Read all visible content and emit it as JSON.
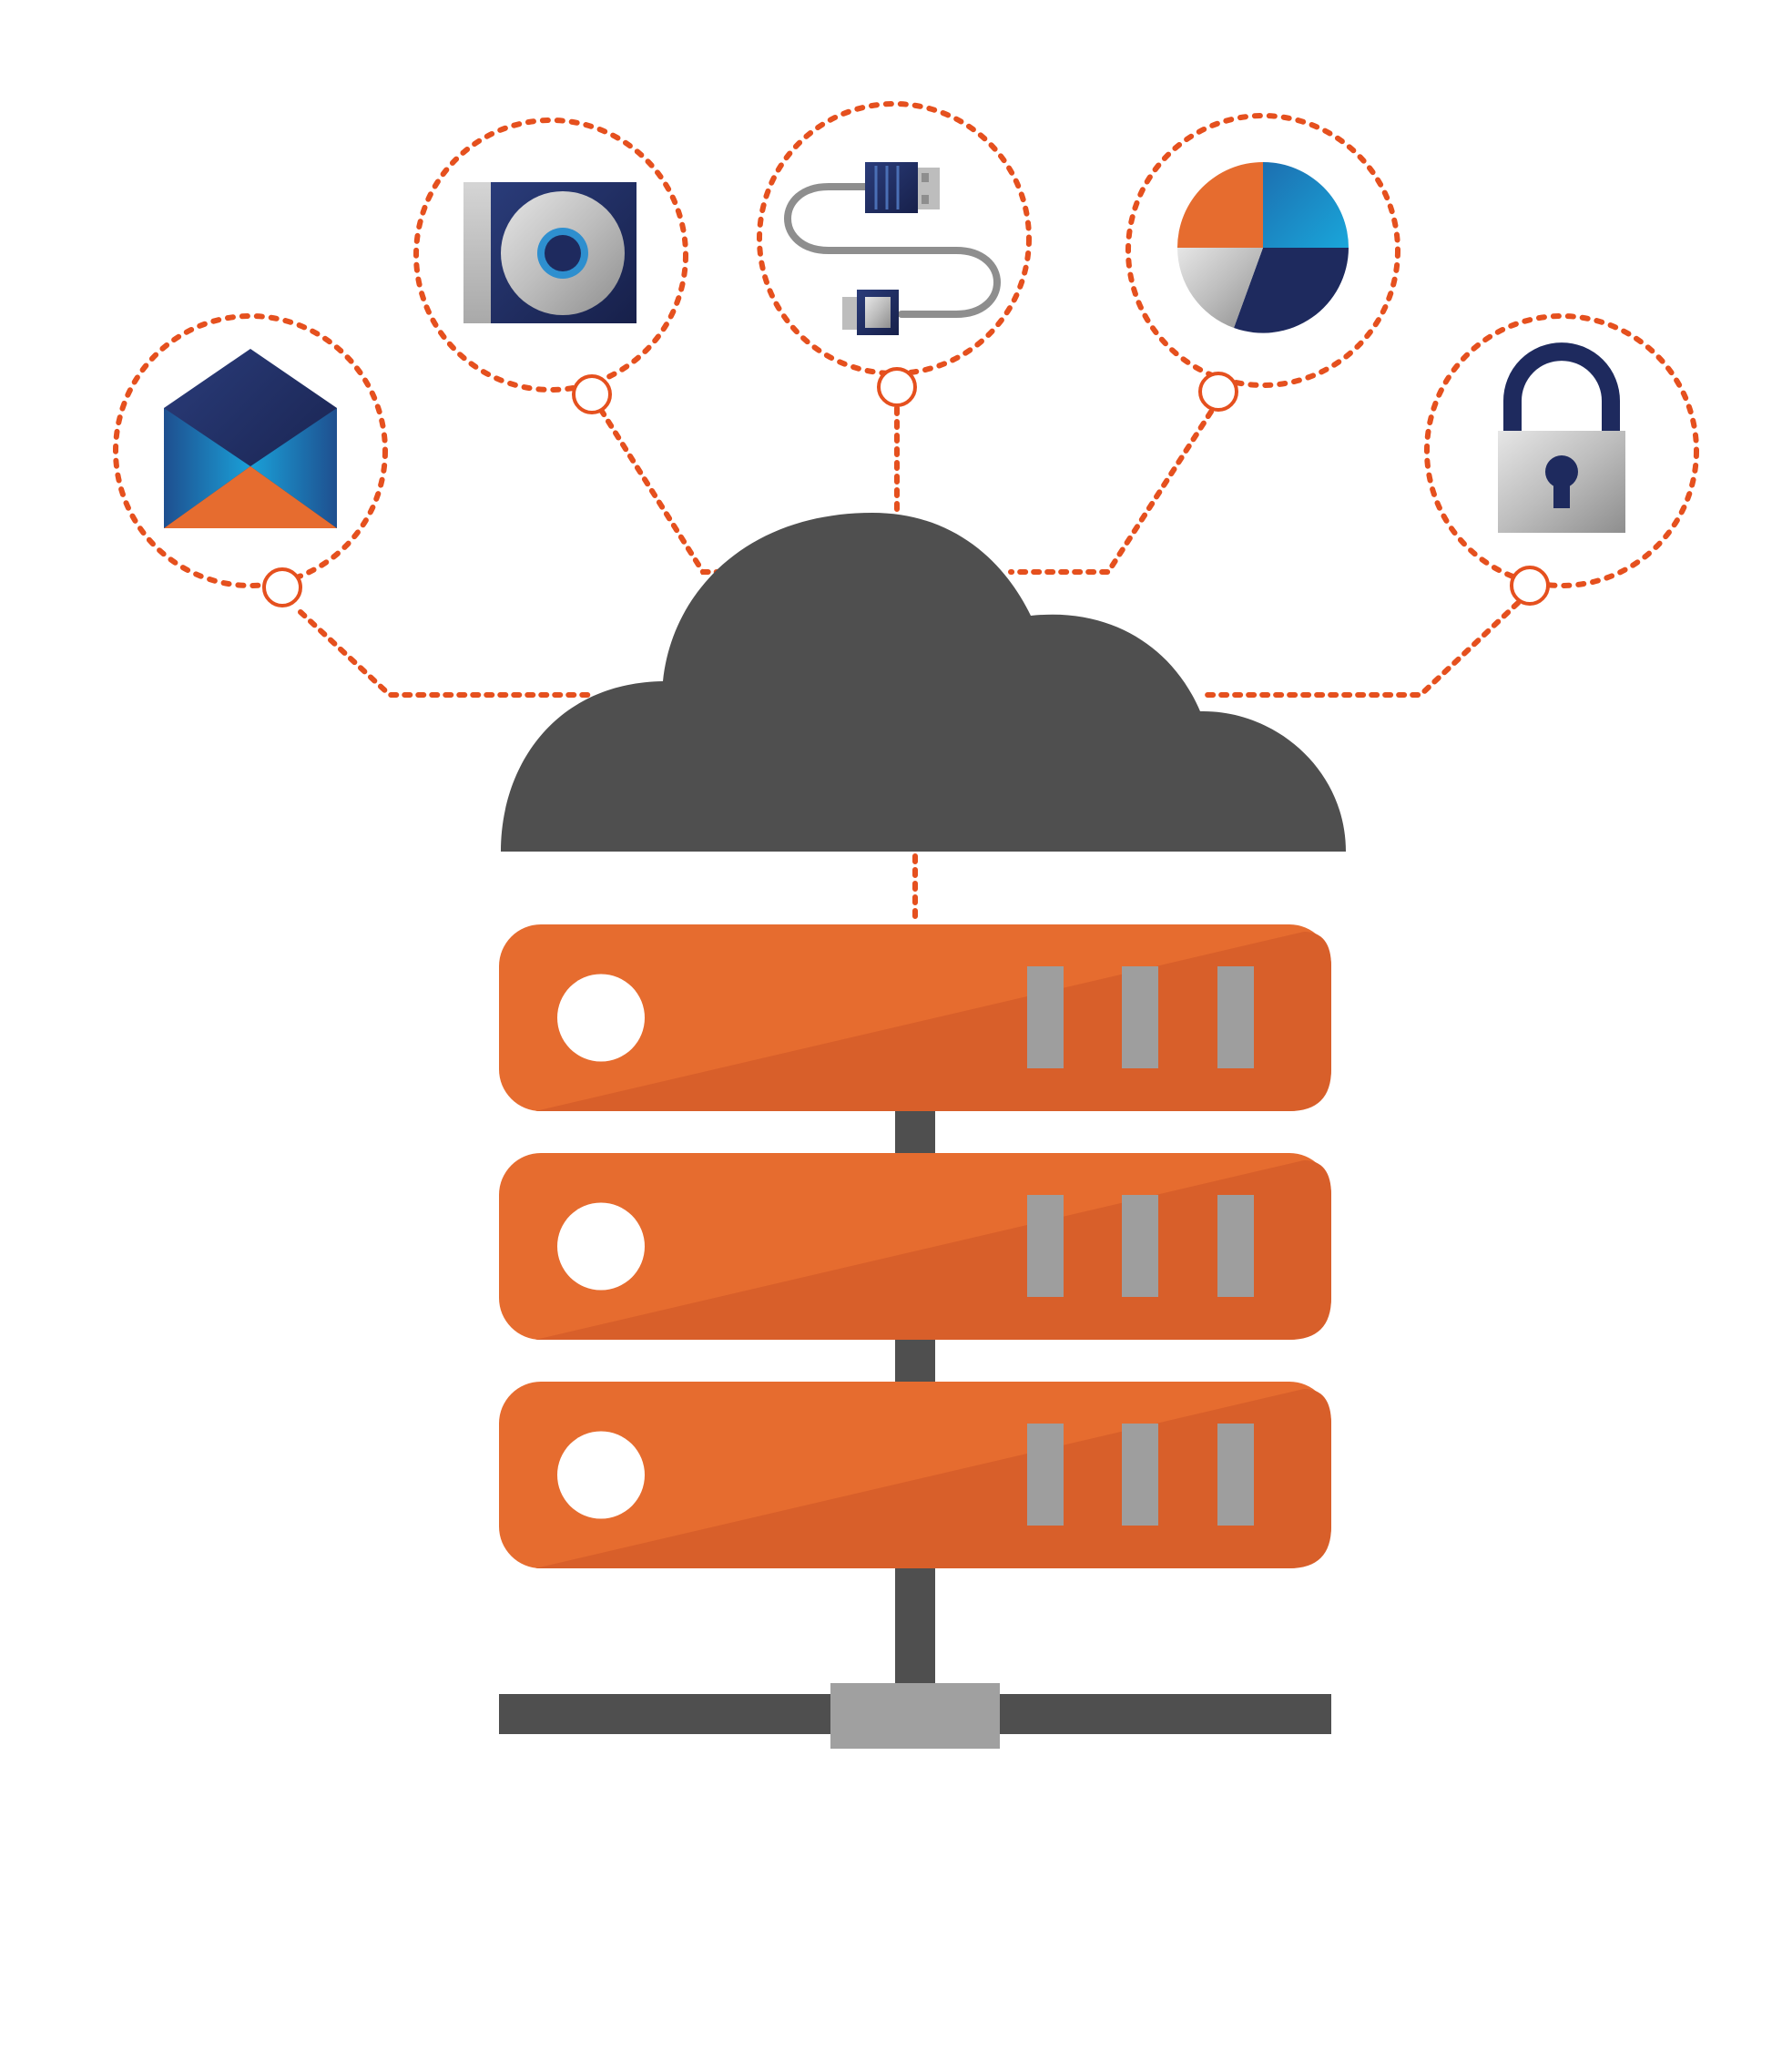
{
  "colors": {
    "accent": "#E5501E",
    "server_orange": "#E66C2F",
    "server_orange_dark": "#D85F2A",
    "cloud": "#4F4F4F",
    "rack_pole": "#4F4F4F",
    "rack_slot": "#9E9E9E",
    "icon_navy": "#1E2A5E",
    "icon_blue": "#1F7FBF",
    "icon_silver": "#B5B5B5"
  },
  "nodes": [
    {
      "id": "mail",
      "icon": "envelope-icon"
    },
    {
      "id": "media",
      "icon": "disc-drive-icon"
    },
    {
      "id": "connect",
      "icon": "usb-cable-icon"
    },
    {
      "id": "analytics",
      "icon": "pie-chart-icon"
    },
    {
      "id": "security",
      "icon": "padlock-icon"
    }
  ],
  "hub": {
    "icon": "cloud-icon"
  },
  "server": {
    "icon": "server-rack-icon",
    "units": 3,
    "slots_per_unit": 3
  }
}
